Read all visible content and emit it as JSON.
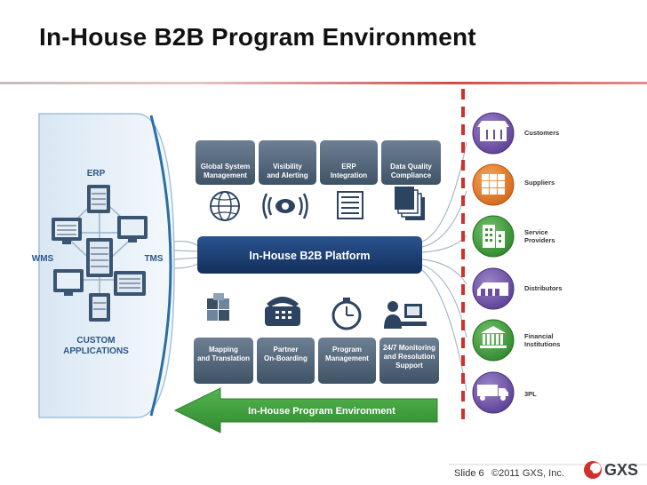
{
  "slide": {
    "title": "In-House B2B Program Environment",
    "footer_slide": "Slide 6",
    "footer_copyright": "©2011 GXS, Inc.",
    "logo_text": "GXS"
  },
  "apps": {
    "erp": "ERP",
    "wms": "WMS",
    "tms": "TMS",
    "custom_line1": "CUSTOM",
    "custom_line2": "APPLICATIONS"
  },
  "top_services": [
    {
      "line1": "Global System",
      "line2": "Management"
    },
    {
      "line1": "Visibility",
      "line2": "and Alerting"
    },
    {
      "line1": "ERP",
      "line2": "Integration"
    },
    {
      "line1": "Data Quality",
      "line2": "Compliance"
    }
  ],
  "platform": {
    "label": "In-House B2B Platform"
  },
  "bottom_services": [
    {
      "line1": "Mapping",
      "line2": "and Translation",
      "line3": ""
    },
    {
      "line1": "Partner",
      "line2": "On-Boarding",
      "line3": ""
    },
    {
      "line1": "Program",
      "line2": "Management",
      "line3": ""
    },
    {
      "line1": "24/7 Monitoring",
      "line2": "and Resolution",
      "line3": "Support"
    }
  ],
  "environment": {
    "label": "In-House Program Environment"
  },
  "partners": [
    {
      "line1": "Customers",
      "line2": "",
      "icon": "store-icon",
      "color": "#6b4ea3"
    },
    {
      "line1": "Suppliers",
      "line2": "",
      "icon": "boxes-icon",
      "color": "#e07a23"
    },
    {
      "line1": "Service",
      "line2": "Providers",
      "icon": "building-icon",
      "color": "#3f9a3a"
    },
    {
      "line1": "Distributors",
      "line2": "",
      "icon": "warehouse-icon",
      "color": "#6b4ea3"
    },
    {
      "line1": "Financial",
      "line2": "Institutions",
      "icon": "bank-icon",
      "color": "#3f9a3a"
    },
    {
      "line1": "3PL",
      "line2": "",
      "icon": "truck-icon",
      "color": "#6b4ea3"
    }
  ],
  "colors": {
    "navy": "#1c3f73",
    "steel": "#5a6f86",
    "green_arrow": "#3b9a3b",
    "firewall_red": "#d0312d"
  }
}
